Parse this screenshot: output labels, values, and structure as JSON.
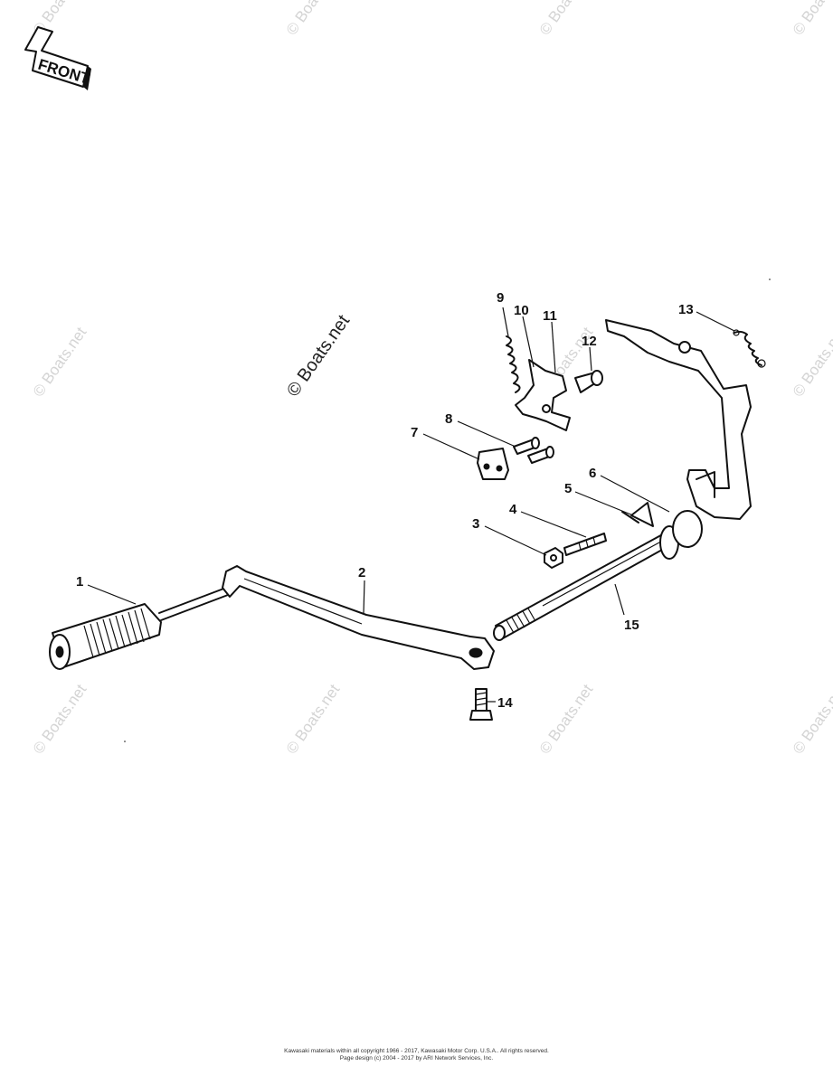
{
  "front_arrow": {
    "label": "FRONT"
  },
  "watermarks": {
    "main": "© Boats.net",
    "repeat": "© Boats.net"
  },
  "callouts": [
    {
      "id": "1",
      "label": "1"
    },
    {
      "id": "2",
      "label": "2"
    },
    {
      "id": "3",
      "label": "3"
    },
    {
      "id": "4",
      "label": "4"
    },
    {
      "id": "5",
      "label": "5"
    },
    {
      "id": "6",
      "label": "6"
    },
    {
      "id": "7",
      "label": "7"
    },
    {
      "id": "8",
      "label": "8"
    },
    {
      "id": "9",
      "label": "9"
    },
    {
      "id": "10",
      "label": "10"
    },
    {
      "id": "11",
      "label": "11"
    },
    {
      "id": "12",
      "label": "12"
    },
    {
      "id": "13",
      "label": "13"
    },
    {
      "id": "14",
      "label": "14"
    },
    {
      "id": "15",
      "label": "15"
    }
  ],
  "footer": {
    "line1": "Kawasaki materials within all copyright 1966 - 2017, Kawasaki Motor Corp. U.S.A.. All rights reserved.",
    "line2": "Page design (c) 2004 - 2017 by ARI Network Services, Inc."
  }
}
